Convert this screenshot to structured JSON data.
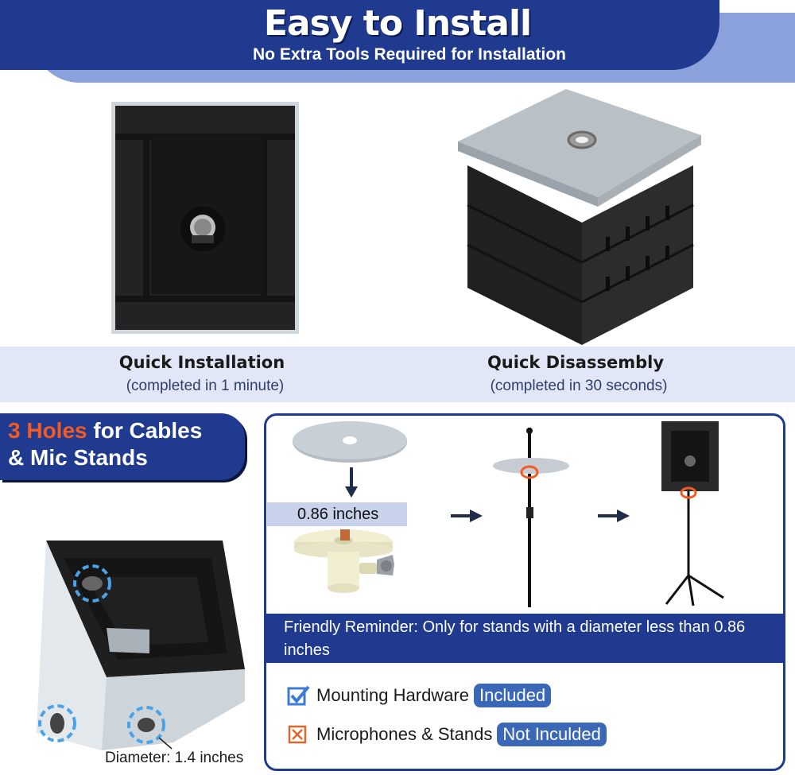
{
  "header": {
    "title": "Easy to Install",
    "subtitle": "No Extra Tools Required for Installation"
  },
  "showcase": [
    {
      "title": "Quick Installation",
      "subtitle": "(completed in 1 minute)"
    },
    {
      "title": "Quick Disassembly",
      "subtitle": "(completed in 30 seconds)"
    }
  ],
  "holes": {
    "accent": "3 Holes",
    "line1_rest": " for Cables",
    "line2": "& Mic Stands",
    "diameter_label": "Diameter: 1.4 inches"
  },
  "steps": {
    "size_label": "0.86 inches",
    "reminder": "Friendly Reminder: Only for stands with a diameter less than 0.86 inches"
  },
  "checklist": [
    {
      "label": "Mounting Hardware",
      "badge": "Included",
      "icon": "checkbox-checked-icon"
    },
    {
      "label": "Microphones & Stands",
      "badge": "Not Inculded",
      "icon": "checkbox-crossed-icon"
    }
  ],
  "colors": {
    "brand_navy": "#1f3a8e",
    "banner_light": "#8aa1dc",
    "accent_orange": "#f25b24",
    "badge_blue": "#3a68b7",
    "highlight_ring": "#4aa3e8",
    "caption_band": "#e1e7f6"
  }
}
